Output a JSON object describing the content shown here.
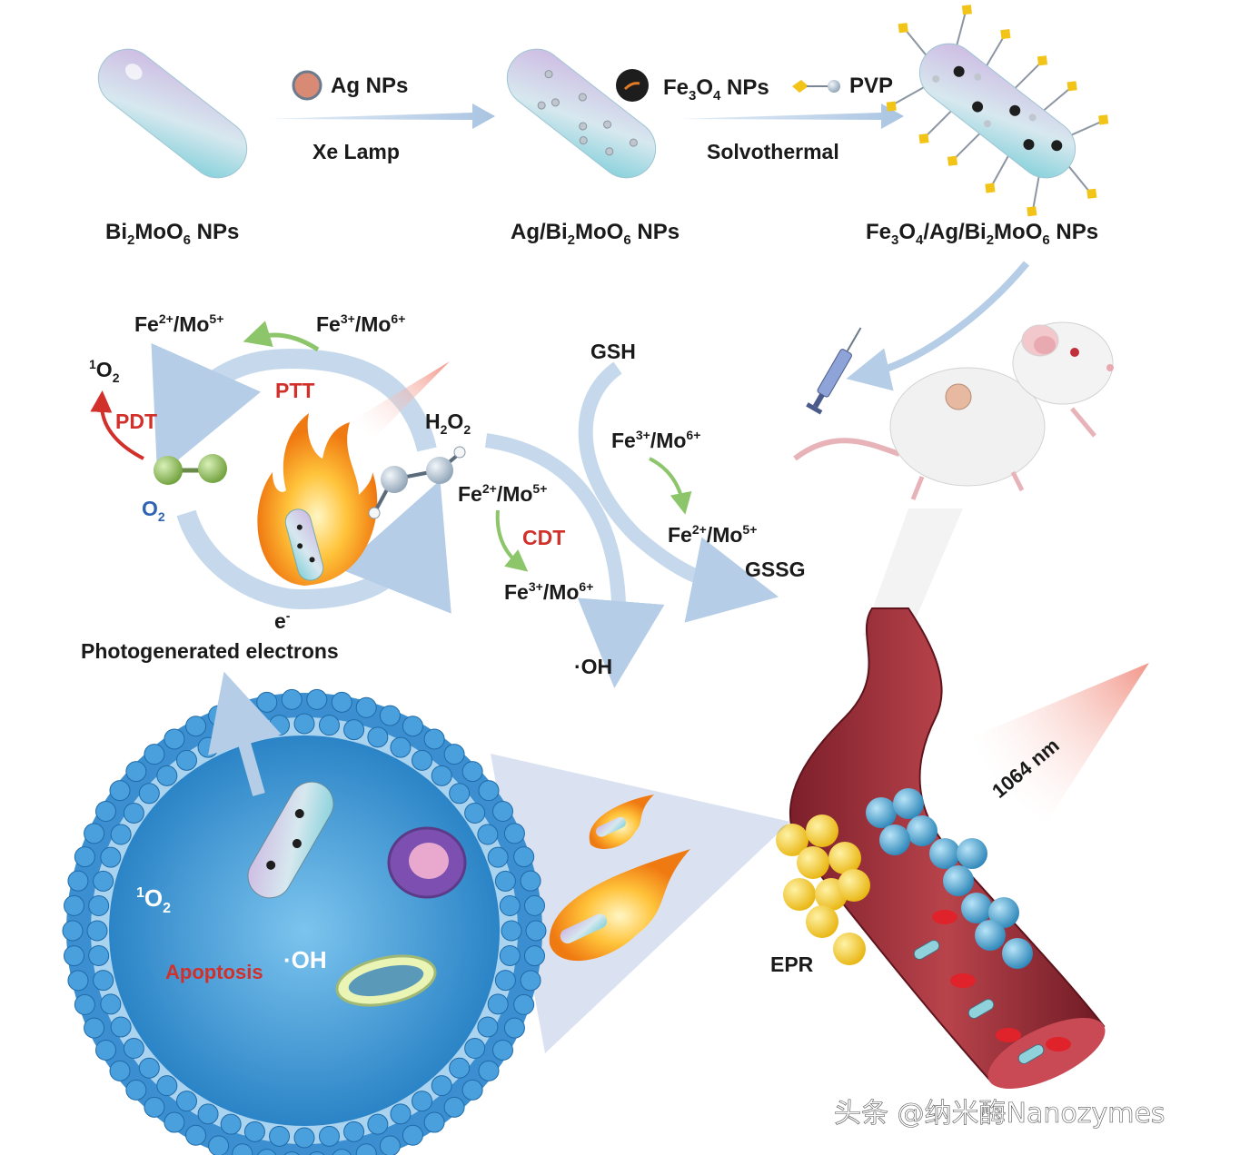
{
  "synthesis": {
    "ag_nps": "Ag NPs",
    "xe_lamp": "Xe Lamp",
    "fe3o4_nps": {
      "a": "Fe",
      "s1": "3",
      "b": "O",
      "s2": "4",
      "c": " NPs"
    },
    "pvp": "PVP",
    "solvothermal": "Solvothermal",
    "bimoo6": {
      "a": "Bi",
      "s1": "2",
      "b": "MoO",
      "s2": "6",
      "c": " NPs"
    },
    "ag_bimoo6": {
      "a": "Ag/Bi",
      "s1": "2",
      "b": "MoO",
      "s2": "6",
      "c": " NPs"
    },
    "fe_ag_bimoo6": {
      "a": "Fe",
      "s1": "3",
      "b": "O",
      "s2": "4",
      "c": "/Ag/Bi",
      "s3": "2",
      "d": "MoO",
      "s4": "6",
      "e": " NPs"
    }
  },
  "mechanism": {
    "fe2_mo5_top": {
      "a": "Fe",
      "p1": "2+",
      "b": "/Mo",
      "p2": "5+"
    },
    "fe3_mo6_top": {
      "a": "Fe",
      "p1": "3+",
      "b": "/Mo",
      "p2": "6+"
    },
    "singlet_o2": {
      "pre": "1",
      "a": "O",
      "s": "2"
    },
    "pdt": "PDT",
    "ptt": "PTT",
    "o2": {
      "a": "O",
      "s": "2"
    },
    "h2o2": {
      "a": "H",
      "s1": "2",
      "b": "O",
      "s2": "2"
    },
    "fe2_mo5_mid": {
      "a": "Fe",
      "p1": "2+",
      "b": "/Mo",
      "p2": "5+"
    },
    "cdt": "CDT",
    "fe3_mo6_low": {
      "a": "Fe",
      "p1": "3+",
      "b": "/Mo",
      "p2": "6+"
    },
    "e_minus": {
      "a": "e",
      "p": "-"
    },
    "photogenerated": "Photogenerated electrons",
    "oh_radical": "·OH",
    "gsh": "GSH",
    "fe3_mo6_gsh": {
      "a": "Fe",
      "p1": "3+",
      "b": "/Mo",
      "p2": "6+"
    },
    "fe2_mo5_gsh": {
      "a": "Fe",
      "p1": "2+",
      "b": "/Mo",
      "p2": "5+"
    },
    "gssg": "GSSG"
  },
  "cell": {
    "singlet_o2": {
      "pre": "1",
      "a": "O",
      "s": "2"
    },
    "oh": "·OH",
    "apoptosis": "Apoptosis"
  },
  "vessel": {
    "epr": "EPR",
    "laser": "1064 nm"
  },
  "watermark": "头条 @纳米酶Nanozymes",
  "colors": {
    "arrow_blue": "#bcd3ea",
    "rod_purple": "#c9b6dd",
    "rod_teal": "#8fd2dc",
    "lipid_blue": "#3b8fd0",
    "vessel_red": "#a8323a",
    "flame_orange": "#f59a1a",
    "green_arrow": "#8cc56a",
    "red_text": "#d1302b"
  }
}
